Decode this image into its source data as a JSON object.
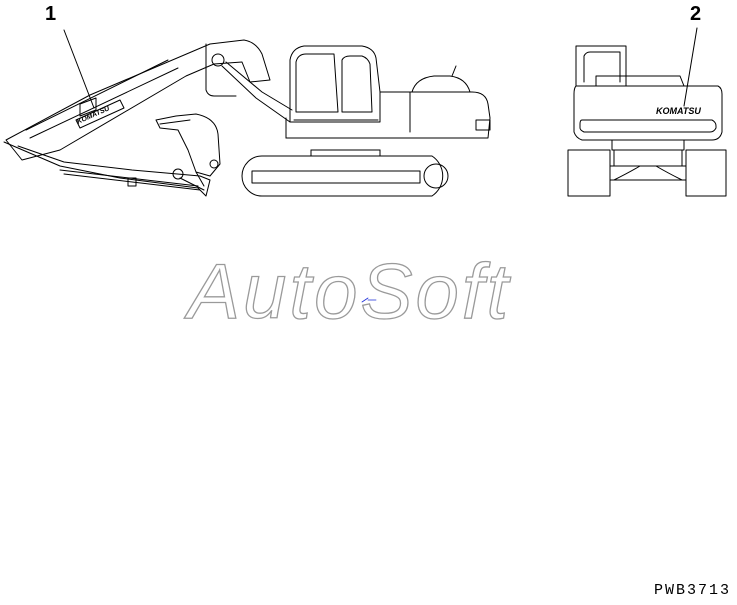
{
  "diagram": {
    "callouts": [
      {
        "label": "1",
        "target": "boom-decal"
      },
      {
        "label": "2",
        "target": "counterweight-decal"
      }
    ],
    "decal_text": "KOMATSU",
    "watermark": "AutoSoft",
    "drawing_id": "PWB3713"
  },
  "colors": {
    "line": "#000000",
    "watermark_outline": "#9a9a9a",
    "leader_blue": "#1a2bd8"
  }
}
